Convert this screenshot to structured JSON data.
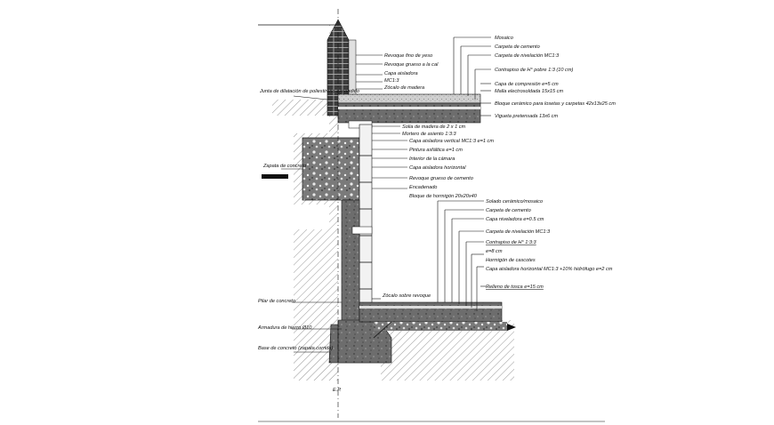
{
  "drawing": {
    "colors": {
      "line": "#111111",
      "hatch": "#9a9a9a",
      "concrete": "#6e6e6e",
      "light_fill": "#d9d9d9",
      "background": "#ffffff"
    },
    "axis_label": "E.P.",
    "labels_left": [
      "Junta de dilatación de poliestireno expandido",
      "Zapata de concreto",
      "Pilar de concreto",
      "Armadura de hierro Ø10",
      "Base de concreto (zapata corrida)"
    ],
    "labels_mid": [
      "Revoque fino de yeso",
      "Revoque grueso a la cal",
      "Capa aisladora",
      "MC1:3",
      "Zócalo de madera",
      "Solia de madera de 2 x 1 cm",
      "Mortero de asiento 1:3:3",
      "Capa aisladora vertical MC1:3 e=1 cm",
      "Pintura asfáltica e=1 cm",
      "Interior de la cámara",
      "Capa aisladora horizontal",
      "Revoque grueso de cemento",
      "Encadenado",
      "Bloque de hormigón 20x20x40",
      "Zócalo sobre revoque"
    ],
    "labels_right_top": [
      "Mosaico",
      "Carpeta de cemento",
      "Carpeta de nivelación MC1:3",
      "Contrapiso de H° pobre 1:3 (10 cm)",
      "Capa de compresión e=5 cm",
      "Malla electrosoldada 15x15 cm",
      "Bloque cerámico para losetas y carpetas 42x13x25 cm",
      "Vigueta pretensada 13x6 cm"
    ],
    "labels_right_bottom": [
      "Solado cerámico/mosaico",
      "Carpeta de cemento",
      "Capa niveladora e=0.5 cm",
      "Carpeta de nivelación MC1:3",
      "Contrapiso de H° 1:3:3",
      "e=8 cm",
      "Hormigón de cascotes",
      "Capa aisladora horizontal MC1:3 +10% hidrófugo e=2 cm",
      "Relleno de tosca e=15 cm"
    ]
  }
}
